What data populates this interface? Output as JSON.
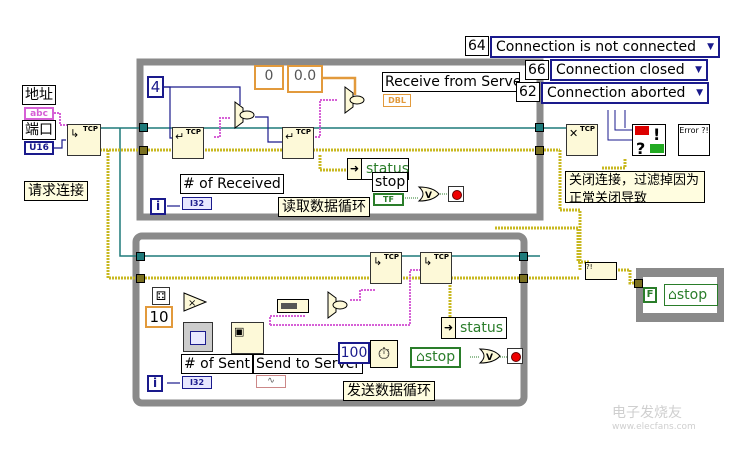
{
  "diagram": {
    "type": "LabVIEW block diagram",
    "subject": "TCP client: request connection, receive loop, send loop, close connection"
  },
  "inputs": {
    "address_label": "地址",
    "address_type": "abc",
    "port_label": "端口",
    "port_type": "U16",
    "open_comment": "请求连接"
  },
  "receive_loop": {
    "bytes_constant": "4",
    "numeric_constant": "0",
    "double_constant": "0.0",
    "indicator_label": "Receive from Server",
    "indicator_type": "DBL",
    "count_label": "# of Received",
    "count_type": "I32",
    "iteration": "i",
    "status_label": "status",
    "stop_label": "stop",
    "stop_type": "TF",
    "or_gate": "V",
    "comment": "读取数据循环"
  },
  "error_filter": {
    "codes": [
      {
        "code": "64",
        "text": "Connection is not connected"
      },
      {
        "code": "66",
        "text": "Connection closed"
      },
      {
        "code": "62",
        "text": "Connection aborted"
      }
    ],
    "error_icon": "Error ?!",
    "comment": "关闭连接，过滤掉因为正常关闭导致"
  },
  "send_loop": {
    "multiplier_constant": "10",
    "count_label": "# of Sent",
    "count_type": "I32",
    "send_label": "Send to Server",
    "wait_constant": "100",
    "iteration": "i",
    "status_label": "status",
    "stop_label": "stop",
    "or_gate": "V",
    "comment": "发送数据循环"
  },
  "sequence": {
    "false_constant": "F",
    "stop_label": "stop"
  },
  "icons": {
    "tcp_vi": "TCP",
    "merge_errors": "?!",
    "watermark_brand": "电子发烧友",
    "watermark_url": "www.elecfans.com"
  },
  "colors": {
    "loop_frame": "#8a8a8a",
    "error_wire": "#c8b820",
    "ref_wire": "#1e7a7a",
    "string_wire": "#d660d6",
    "numeric_wire": "#1a1a8c",
    "double_wire": "#e29a3c",
    "boolean_wire": "#2a7d2a"
  }
}
